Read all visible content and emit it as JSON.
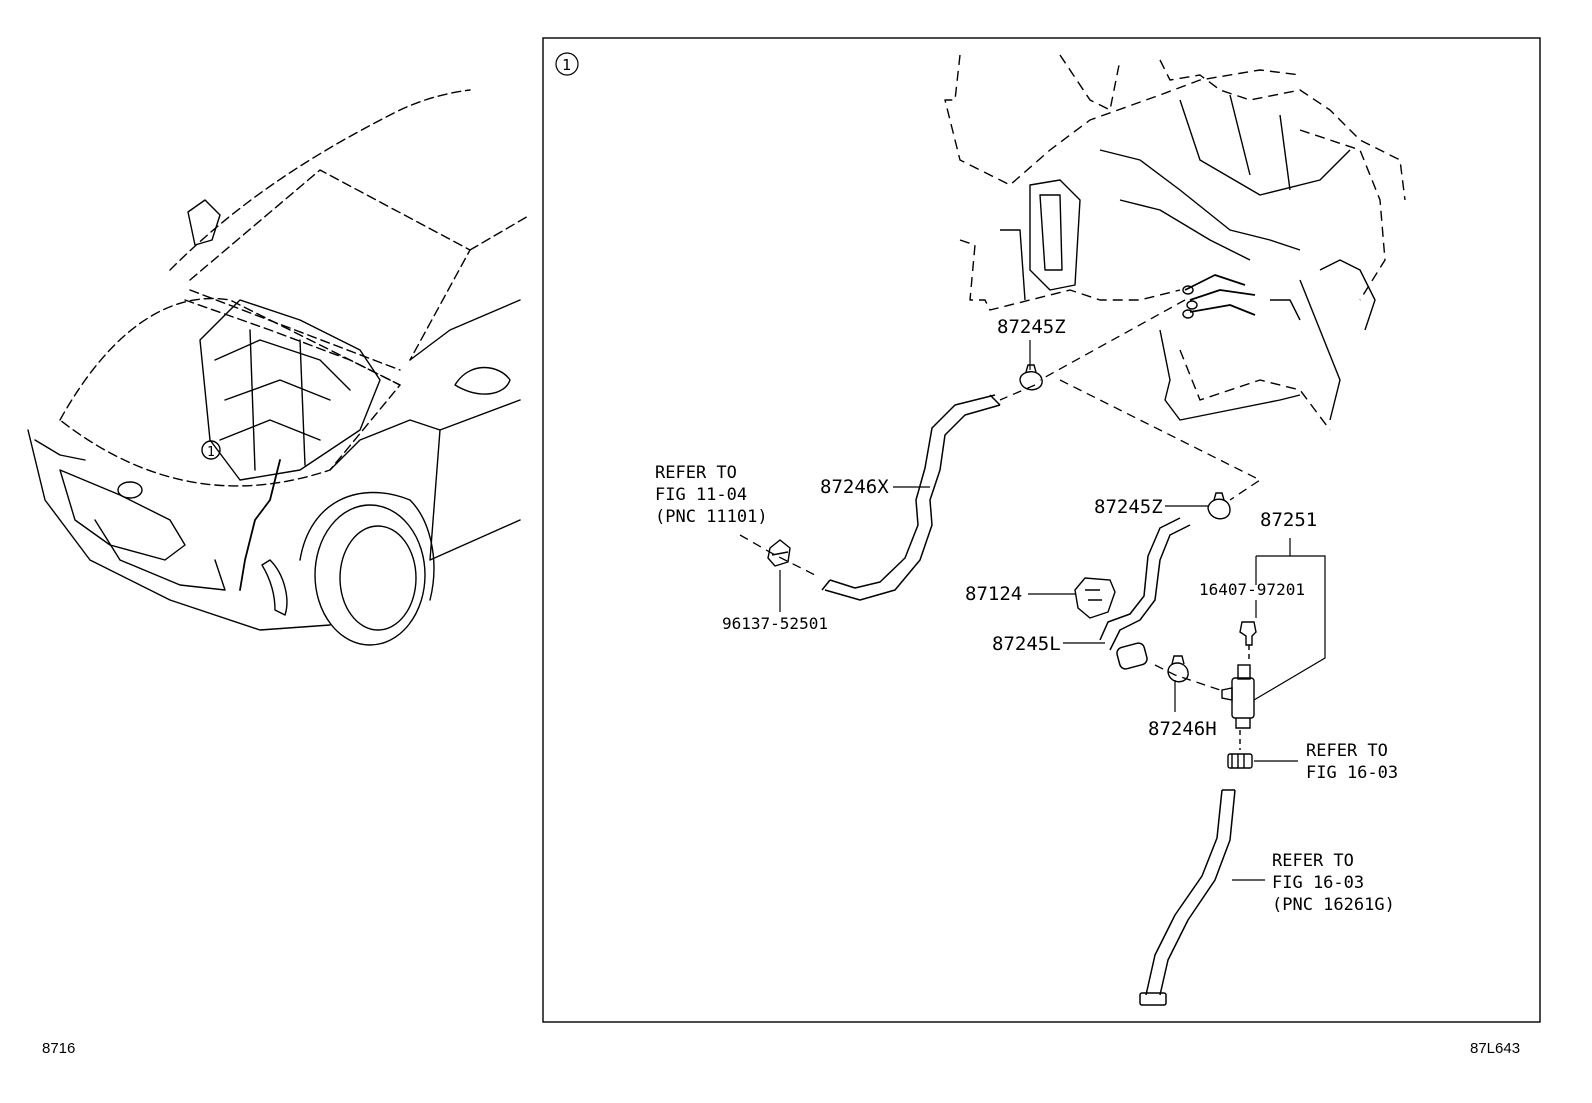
{
  "figure_code": "8716",
  "illustration_code": "87L643",
  "detail_marker": "1",
  "callouts": {
    "p87245Z_upper": "87245Z",
    "p87246X": "87246X",
    "p87245Z_lower": "87245Z",
    "p87251": "87251",
    "p16407": "16407-97201",
    "p87124": "87124",
    "p87245L": "87245L",
    "p87246H": "87246H",
    "p96137": "96137-52501"
  },
  "references": {
    "ref_fig_1104": [
      "REFER TO",
      "FIG 11-04",
      "(PNC 11101)"
    ],
    "ref_fig_1603_a": [
      "REFER TO",
      "FIG 16-03"
    ],
    "ref_fig_1603_b": [
      "REFER TO",
      "FIG 16-03",
      "(PNC 16261G)"
    ]
  }
}
